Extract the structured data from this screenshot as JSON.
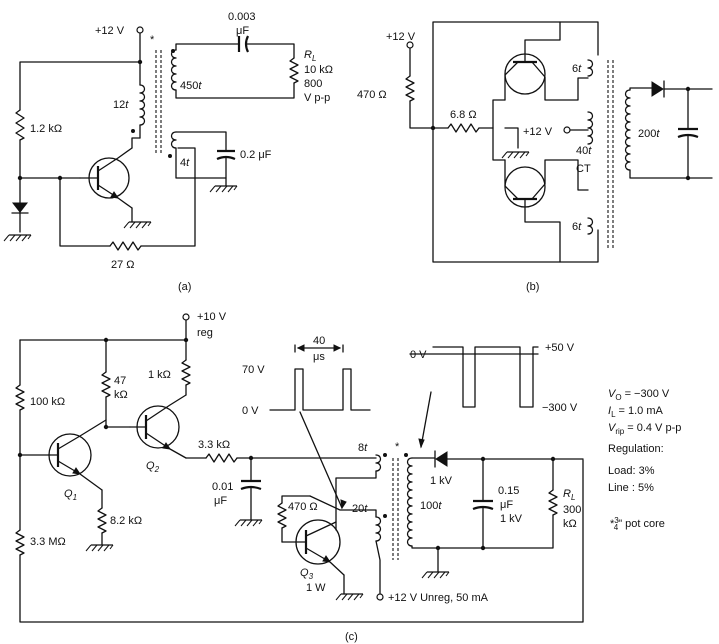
{
  "a": {
    "vcc": "+12 V",
    "cap_value": "0.003",
    "cap_unit": "μF",
    "rl_label": "R",
    "rl_sub": "L",
    "rl_value": "10 kΩ",
    "rl_v": "800",
    "rl_vpp": "V p-p",
    "turns_primary_out": "450",
    "turns_mid": "12",
    "turns_bottom": "4",
    "turns_suffix": "t",
    "star": "*",
    "r_base": "1.2 kΩ",
    "r_fb": "27 Ω",
    "cap2": "0.2 μF",
    "caption": "(a)"
  },
  "b": {
    "vcc": "+12 V",
    "r1": "470 Ω",
    "r2": "6.8 Ω",
    "vcc2": "+12 V",
    "turns_top": "6",
    "turns_mid": "40",
    "turns_bot": "6",
    "turns_sec": "200",
    "turns_suffix": "t",
    "ct": "CT",
    "caption": "(b)"
  },
  "c": {
    "vreg": "+10 V",
    "vreg_sub": "reg",
    "r100k": "100 kΩ",
    "r47k_a": "47",
    "r47k_b": "kΩ",
    "r1k": "1 kΩ",
    "r3k3": "3.3 kΩ",
    "r8k2": "8.2 kΩ",
    "r3m3": "3.3 MΩ",
    "q1": "Q",
    "q1_sub": "1",
    "q2": "Q",
    "q2_sub": "2",
    "q3": "Q",
    "q3_sub": "3",
    "q3_power": "1 W",
    "c001_a": "0.01",
    "c001_b": "μF",
    "r470": "470 Ω",
    "turns_8": "8",
    "turns_20": "20",
    "turns_100": "100",
    "turns_suffix": "t",
    "diode": "1 kV",
    "c015_a": "0.15",
    "c015_b": "μF",
    "c015_c": "1 kV",
    "rl": "R",
    "rl_sub": "L",
    "rl_a": "300",
    "rl_b": "kΩ",
    "vunreg": "+12 V Unreg, 50 mA",
    "pulse_period_a": "40",
    "pulse_period_b": "μs",
    "pulse_hi": "70 V",
    "pulse_lo": "0 V",
    "sq_hi": "+50 V",
    "sq_zero": "0 V",
    "sq_lo": "−300 V",
    "spec_vo_sym": "V",
    "spec_vo_sub": "O",
    "spec_vo": "= −300 V",
    "spec_il_sym": "I",
    "spec_il_sub": "L",
    "spec_il": "= 1.0 mA",
    "spec_vr_sym": "V",
    "spec_vr_sub": "rip",
    "spec_vr": "= 0.4 V p-p",
    "reg_title": "Regulation:",
    "reg_load": "Load:  3%",
    "reg_line": "Line :  5%",
    "pot_star": "*",
    "pot_frac_num": "3",
    "pot_frac_den": "4",
    "pot_text": "\" pot core",
    "star": "*",
    "caption": "(c)"
  }
}
